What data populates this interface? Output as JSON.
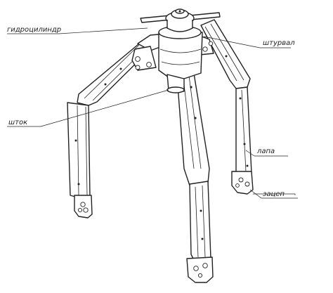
{
  "diagram": {
    "labels": {
      "cylinder": "гидроцилиндр",
      "handwheel": "штурвал",
      "rod": "шток",
      "paw": "лапа",
      "hook": "зацеп"
    }
  }
}
